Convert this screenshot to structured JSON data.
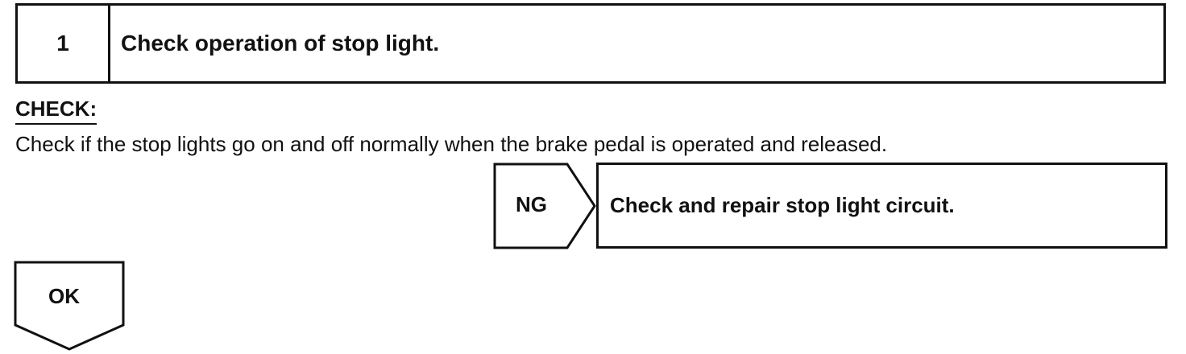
{
  "step": {
    "number": "1",
    "title": "Check operation of stop light."
  },
  "check": {
    "label": "CHECK:",
    "text": "Check if the stop lights go on and off normally when the brake pedal is operated and released."
  },
  "ng": {
    "label": "NG",
    "action": "Check and repair stop light circuit."
  },
  "ok": {
    "label": "OK"
  }
}
